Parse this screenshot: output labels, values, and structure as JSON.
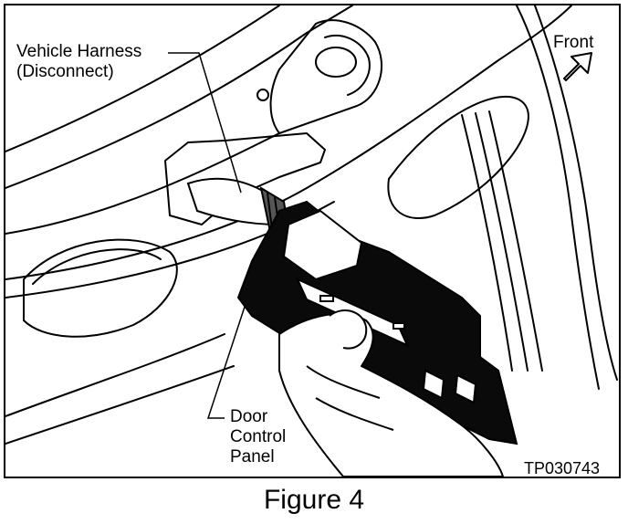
{
  "figure": {
    "caption": "Figure 4",
    "reference_code": "TP030743"
  },
  "callouts": {
    "vehicle_harness": [
      "Vehicle Harness",
      "(Disconnect)"
    ],
    "door_control_panel": [
      "Door",
      "Control",
      "Panel"
    ],
    "front": "Front"
  },
  "icons": {
    "direction_arrow": "front-arrow-icon"
  },
  "colors": {
    "ink": "#000000",
    "paper": "#ffffff"
  }
}
